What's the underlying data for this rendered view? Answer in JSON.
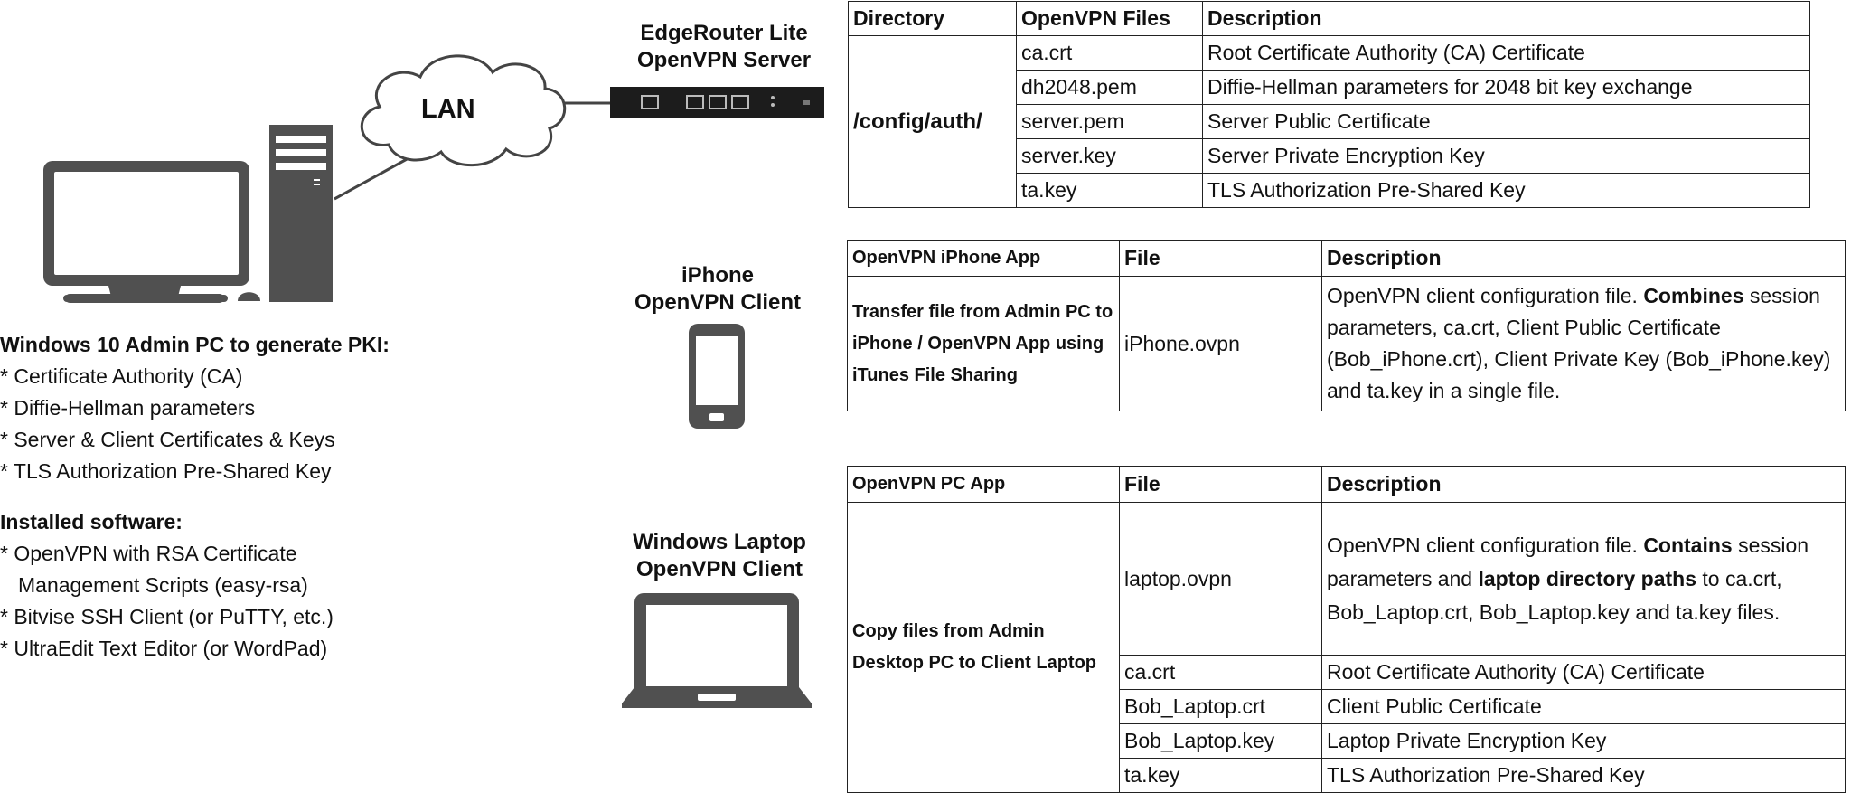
{
  "network": {
    "lan_label": "LAN",
    "router_label_line1": "EdgeRouter Lite",
    "router_label_line2": "OpenVPN Server",
    "iphone_label_line1": "iPhone",
    "iphone_label_line2": "OpenVPN Client",
    "laptop_label_line1": "Windows Laptop",
    "laptop_label_line2": "OpenVPN Client"
  },
  "admin": {
    "heading": "Windows 10 Admin PC to generate PKI:",
    "items": [
      "* Certificate Authority (CA)",
      "* Diffie-Hellman parameters",
      "* Server & Client Certificates & Keys",
      "* TLS Authorization Pre-Shared Key"
    ],
    "software_heading": "Installed software:",
    "software": [
      "* OpenVPN with RSA Certificate",
      "Management Scripts (easy-rsa)",
      "* Bitvise SSH Client (or PuTTY, etc.)",
      "* UltraEdit Text Editor (or WordPad)"
    ]
  },
  "server_table": {
    "headers": [
      "Directory",
      "OpenVPN Files",
      "Description"
    ],
    "directory": "/config/auth/",
    "rows": [
      {
        "file": "ca.crt",
        "desc": "Root Certificate Authority (CA) Certificate"
      },
      {
        "file": "dh2048.pem",
        "desc": "Diffie-Hellman parameters for 2048 bit key exchange"
      },
      {
        "file": "server.pem",
        "desc": "Server Public Certificate"
      },
      {
        "file": "server.key",
        "desc": "Server Private Encryption Key"
      },
      {
        "file": "ta.key",
        "desc": "TLS Authorization Pre-Shared Key"
      }
    ]
  },
  "iphone_table": {
    "headers": [
      "OpenVPN iPhone App",
      "File",
      "Description"
    ],
    "app_text": "Transfer file from Admin PC to iPhone / OpenVPN App using iTunes File Sharing",
    "file": "iPhone.ovpn",
    "desc_1": "OpenVPN client configuration file.",
    "desc_bold": "Combines",
    "desc_2": "session parameters, ca.crt, Client Public Certificate (Bob_iPhone.crt), Client Private Key (Bob_iPhone.key) and ta.key in a single file."
  },
  "laptop_table": {
    "headers": [
      "OpenVPN PC App",
      "File",
      "Description"
    ],
    "app_text": "Copy files from Admin Desktop PC to Client Laptop",
    "main_file": "laptop.ovpn",
    "main_desc_1": "OpenVPN client configuration file.",
    "main_desc_bold1": "Contains",
    "main_desc_2": "session parameters and",
    "main_desc_bold2": "laptop directory paths",
    "main_desc_3": "to ca.crt, Bob_Laptop.crt, Bob_Laptop.key and ta.key files.",
    "rows": [
      {
        "file": "ca.crt",
        "desc": "Root Certificate Authority (CA) Certificate"
      },
      {
        "file": "Bob_Laptop.crt",
        "desc": "Client Public Certificate"
      },
      {
        "file": "Bob_Laptop.key",
        "desc": "Laptop Private Encryption Key"
      },
      {
        "file": "ta.key",
        "desc": "TLS Authorization Pre-Shared Key"
      }
    ]
  }
}
